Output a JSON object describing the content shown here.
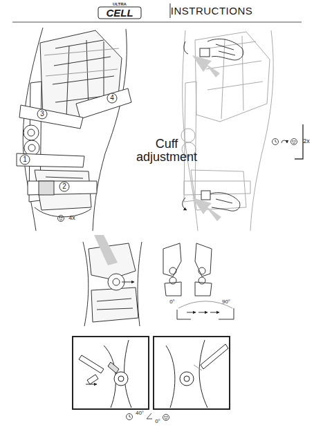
{
  "diagram": {
    "title": "INSTRUCTIONS",
    "labels": [
      "ULTRA",
      "CELL",
      "4",
      "3",
      "1",
      "2",
      "4x",
      "Cuff adjustment",
      "2x",
      "0°",
      "90°",
      "40°",
      "0°"
    ]
  }
}
